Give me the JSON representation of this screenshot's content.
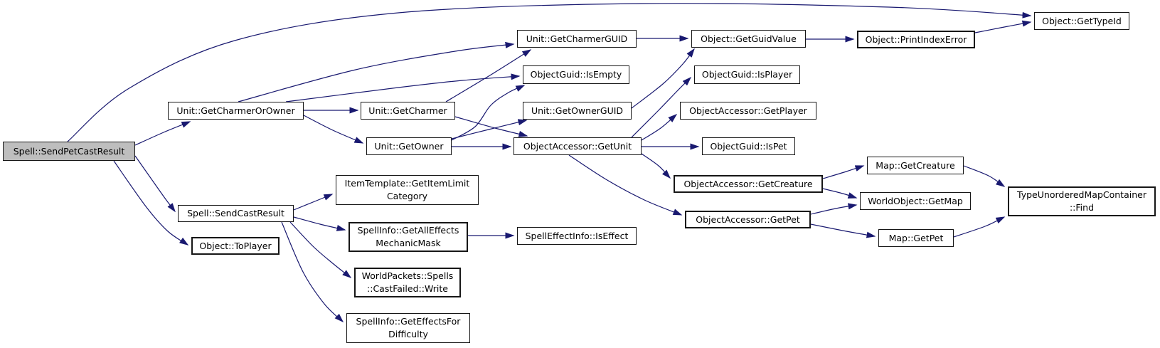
{
  "diagram": {
    "type": "doxygen-call-graph",
    "root": "Spell::SendPetCastResult",
    "colors": {
      "edge": "#191970",
      "node_fill": "#ffffff",
      "node_border": "#161616",
      "highlight_fill": "#bebebe",
      "background": "#ffffff"
    },
    "nodes": [
      {
        "id": "sendPetCastResult",
        "label": "Spell::SendPetCastResult",
        "current": true
      },
      {
        "id": "getCharmerOrOwner",
        "label": "Unit::GetCharmerOrOwner"
      },
      {
        "id": "getCharmer",
        "label": "Unit::GetCharmer"
      },
      {
        "id": "getOwner",
        "label": "Unit::GetOwner"
      },
      {
        "id": "getCharmerGUID",
        "label": "Unit::GetCharmerGUID"
      },
      {
        "id": "isEmpty",
        "label": "ObjectGuid::IsEmpty"
      },
      {
        "id": "getOwnerGUID",
        "label": "Unit::GetOwnerGUID"
      },
      {
        "id": "getUnit",
        "label": "ObjectAccessor::GetUnit"
      },
      {
        "id": "getGuidValue",
        "label": "Object::GetGuidValue"
      },
      {
        "id": "isPlayer",
        "label": "ObjectGuid::IsPlayer"
      },
      {
        "id": "oaGetPlayer",
        "label": "ObjectAccessor::GetPlayer"
      },
      {
        "id": "isPet",
        "label": "ObjectGuid::IsPet"
      },
      {
        "id": "oaGetCreature",
        "label": "ObjectAccessor::GetCreature",
        "bold": true
      },
      {
        "id": "oaGetPet",
        "label": "ObjectAccessor::GetPet",
        "bold": true
      },
      {
        "id": "printIndexError",
        "label": "Object::PrintIndexError",
        "bold": true
      },
      {
        "id": "getTypeId",
        "label": "Object::GetTypeId"
      },
      {
        "id": "mapGetCreature",
        "label": "Map::GetCreature"
      },
      {
        "id": "worldGetMap",
        "label": "WorldObject::GetMap"
      },
      {
        "id": "mapGetPet",
        "label": "Map::GetPet"
      },
      {
        "id": "find",
        "label": "TypeUnorderedMapContainer\n::Find",
        "bold": true
      },
      {
        "id": "sendCastResult",
        "label": "Spell::SendCastResult"
      },
      {
        "id": "toPlayer",
        "label": "Object::ToPlayer",
        "bold": true
      },
      {
        "id": "itemLimit",
        "label": "ItemTemplate::GetItemLimit\nCategory"
      },
      {
        "id": "allEffects",
        "label": "SpellInfo::GetAllEffects\nMechanicMask",
        "bold": true
      },
      {
        "id": "isEffect",
        "label": "SpellEffectInfo::IsEffect"
      },
      {
        "id": "castFailedWrite",
        "label": "WorldPackets::Spells\n::CastFailed::Write",
        "bold": true
      },
      {
        "id": "effectsForDifficulty",
        "label": "SpellInfo::GetEffectsFor\nDifficulty"
      }
    ],
    "edges": [
      {
        "from": "sendPetCastResult",
        "to": "getTypeId"
      },
      {
        "from": "sendPetCastResult",
        "to": "getCharmerOrOwner"
      },
      {
        "from": "sendPetCastResult",
        "to": "sendCastResult"
      },
      {
        "from": "sendPetCastResult",
        "to": "toPlayer"
      },
      {
        "from": "getCharmerOrOwner",
        "to": "getCharmerGUID"
      },
      {
        "from": "getCharmerOrOwner",
        "to": "isEmpty"
      },
      {
        "from": "getCharmerOrOwner",
        "to": "getCharmer"
      },
      {
        "from": "getCharmerOrOwner",
        "to": "getOwner"
      },
      {
        "from": "getCharmer",
        "to": "getCharmerGUID"
      },
      {
        "from": "getCharmer",
        "to": "getUnit"
      },
      {
        "from": "getOwner",
        "to": "isEmpty"
      },
      {
        "from": "getOwner",
        "to": "getOwnerGUID"
      },
      {
        "from": "getOwner",
        "to": "getUnit"
      },
      {
        "from": "getCharmerGUID",
        "to": "getGuidValue"
      },
      {
        "from": "getOwnerGUID",
        "to": "getGuidValue"
      },
      {
        "from": "getGuidValue",
        "to": "printIndexError"
      },
      {
        "from": "printIndexError",
        "to": "getTypeId"
      },
      {
        "from": "getUnit",
        "to": "isPlayer"
      },
      {
        "from": "getUnit",
        "to": "oaGetPlayer"
      },
      {
        "from": "getUnit",
        "to": "isPet"
      },
      {
        "from": "getUnit",
        "to": "oaGetCreature"
      },
      {
        "from": "getUnit",
        "to": "oaGetPet"
      },
      {
        "from": "oaGetCreature",
        "to": "mapGetCreature"
      },
      {
        "from": "oaGetCreature",
        "to": "worldGetMap"
      },
      {
        "from": "oaGetPet",
        "to": "worldGetMap"
      },
      {
        "from": "oaGetPet",
        "to": "mapGetPet"
      },
      {
        "from": "mapGetCreature",
        "to": "find"
      },
      {
        "from": "mapGetPet",
        "to": "find"
      },
      {
        "from": "sendCastResult",
        "to": "itemLimit"
      },
      {
        "from": "sendCastResult",
        "to": "allEffects"
      },
      {
        "from": "sendCastResult",
        "to": "castFailedWrite"
      },
      {
        "from": "sendCastResult",
        "to": "effectsForDifficulty"
      },
      {
        "from": "allEffects",
        "to": "isEffect"
      }
    ]
  }
}
